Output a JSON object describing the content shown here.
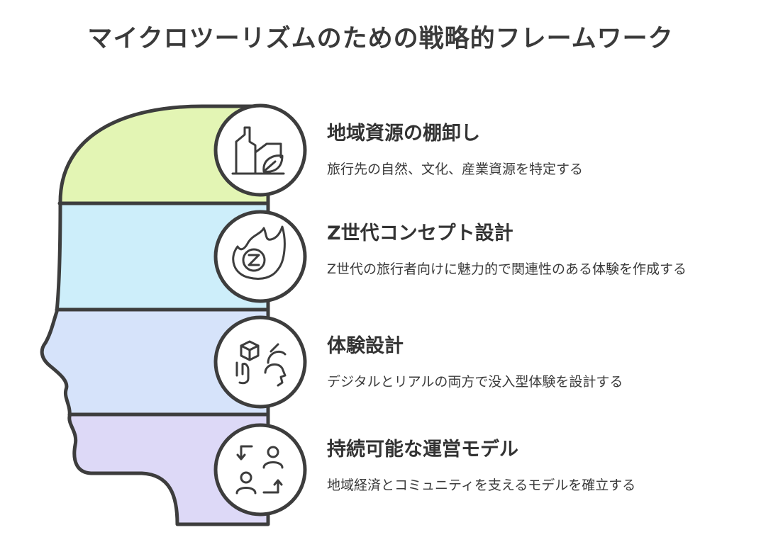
{
  "title": "マイクロツーリズムのための戦略的フレームワーク",
  "colors": {
    "band1": "#e3f5b4",
    "band2": "#cdeefa",
    "band3": "#d6e3fa",
    "band4": "#ddd9f7",
    "outline": "#3d3d3d"
  },
  "steps": [
    {
      "title": "地域資源の棚卸し",
      "description": "旅行先の自然、文化、産業資源を特定する",
      "icon": "factory-leaf-icon"
    },
    {
      "title": "Z世代コンセプト設計",
      "description": "Z世代の旅行者向けに魅力的で関連性のある体験を作成する",
      "icon": "z-flame-icon"
    },
    {
      "title": "体験設計",
      "description": "デジタルとリアルの両方で没入型体験を設計する",
      "icon": "cube-hand-face-icon"
    },
    {
      "title": "持続可能な運営モデル",
      "description": "地域経済とコミュニティを支えるモデルを確立する",
      "icon": "people-cycle-icon"
    }
  ]
}
